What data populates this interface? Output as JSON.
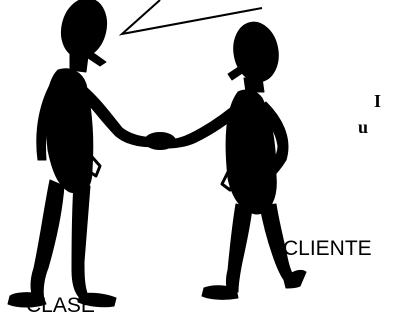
{
  "labels": {
    "left_figure": "CLASE",
    "right_figure": "CLIENTE"
  },
  "side_text": {
    "line1": "I",
    "line2": "u"
  },
  "colors": {
    "ink": "#000000",
    "background": "#ffffff"
  }
}
